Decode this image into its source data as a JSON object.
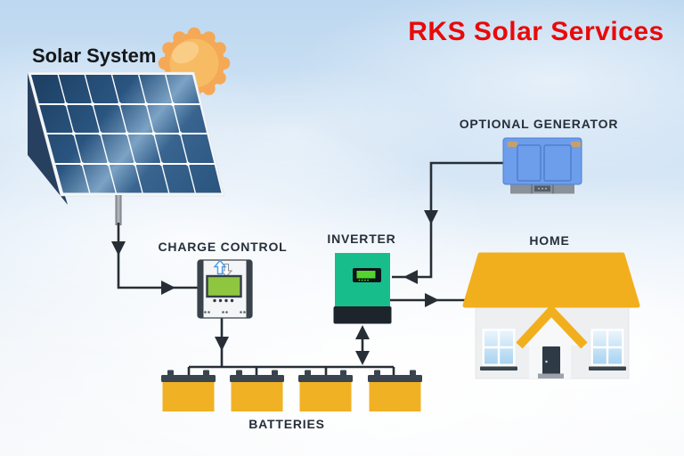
{
  "header": {
    "brand": "RKS Solar Services",
    "brand_color": "#e80a0a"
  },
  "labels": {
    "solar_system": "Solar System",
    "charge_control": "CHARGE CONTROL",
    "inverter": "INVERTER",
    "optional_generator": "OPTIONAL GENERATOR",
    "home": "HOME",
    "batteries": "BATTERIES"
  },
  "components": {
    "battery_count": 4,
    "connections": [
      "solar-panel -> charge-control",
      "charge-control -> batteries",
      "batteries <-> inverter",
      "optional-generator -> inverter",
      "inverter -> home"
    ]
  },
  "colors": {
    "line": "#272e36",
    "label_text": "#262f3a",
    "inverter_green": "#17be8c",
    "battery_yellow": "#f0b125",
    "roof_yellow": "#f2af1d",
    "generator_blue": "#6d9eec",
    "panel_blue": "#2a5580",
    "sun_orange": "#f5a855",
    "controller_body": "#f4f5f6"
  }
}
